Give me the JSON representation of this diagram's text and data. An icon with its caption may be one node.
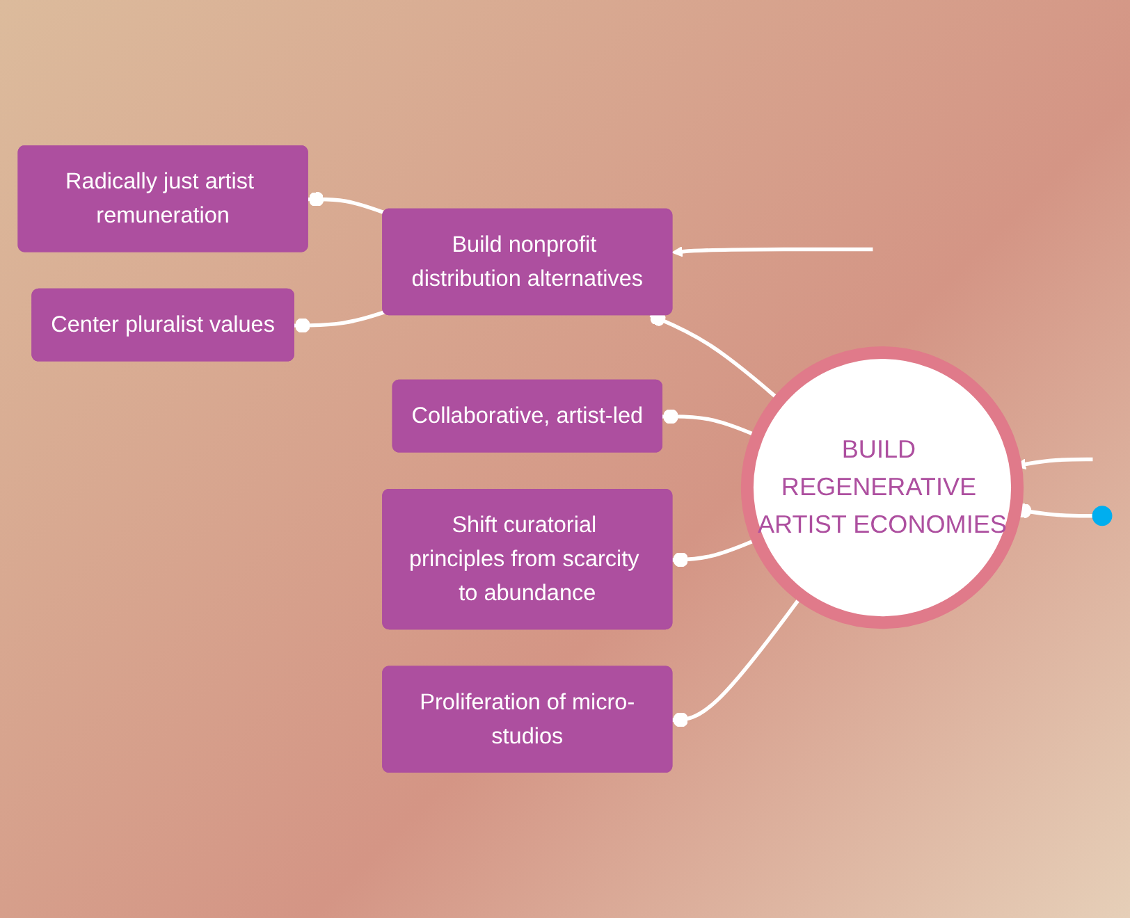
{
  "diagram": {
    "nodes": [
      {
        "text": [
          "Radically just artist remuneration"
        ]
      },
      {
        "text": [
          "Build nonprofit distribution alternatives"
        ]
      },
      {
        "text": [
          "Collaborative, artist-led"
        ]
      },
      {
        "text": [
          "Center pluralist values"
        ]
      },
      {
        "text": [
          "BUILD REGENERATIVE ARTIST ECONOMIES"
        ]
      },
      {
        "text": [
          "Shift curatorial principles from scarcity to abundance"
        ]
      },
      {
        "text": [
          "Proliferation of micro-studios"
        ]
      },
      {
        "text": [],
        "shape": "circle"
      }
    ],
    "edges": [
      {
        "from": 1,
        "to": 0,
        "arrow": "other"
      },
      {
        "from": 1,
        "to": 3,
        "arrow": "other"
      },
      {
        "from": 4,
        "to": 1,
        "arrow": "other"
      },
      {
        "from": 4,
        "to": 2,
        "arrow": "other"
      },
      {
        "from": 4,
        "to": 5,
        "arrow": "other"
      },
      {
        "from": 4,
        "to": 6,
        "arrow": "other"
      },
      {
        "from": 7,
        "to": 4,
        "arrow": "other"
      },
      {
        "from": null,
        "to": 1,
        "arrow": "to"
      },
      {
        "from": null,
        "to": 4,
        "arrow": "to"
      }
    ]
  }
}
